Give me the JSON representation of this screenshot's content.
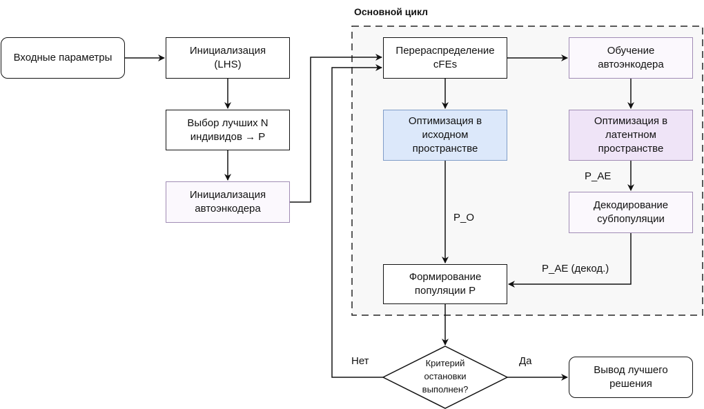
{
  "diagram": {
    "container_title": "Основной цикл",
    "nodes": {
      "input": "Входные параметры",
      "init_lhs": "Инициализация\n(LHS)",
      "select_best": "Выбор лучших N\nиндивидов → P",
      "init_ae": "Инициализация\nавтоэнкодера",
      "redistribution": "Перераспределение\ncFEs",
      "train_ae": "Обучение\nавтоэнкодера",
      "opt_original": "Оптимизация в\nисходном\nпространстве",
      "opt_latent": "Оптимизация в\nлатентном\nпространстве",
      "decode": "Декодирование\nсубпопуляции",
      "form_population": "Формирование\nпопуляции P",
      "stop_criterion": "Критерий\nостановки\nвыполнен?",
      "output": "Вывод лучшего\nрешения"
    },
    "edge_labels": {
      "p_o": "P_O",
      "p_ae": "P_AE",
      "p_ae_decoded": "P_AE (декод.)",
      "no": "Нет",
      "yes": "Да"
    },
    "colors": {
      "blue_fill": "#dce8fa",
      "purple_fill": "#efe4f7",
      "container_fill": "#f8f8f8"
    }
  }
}
